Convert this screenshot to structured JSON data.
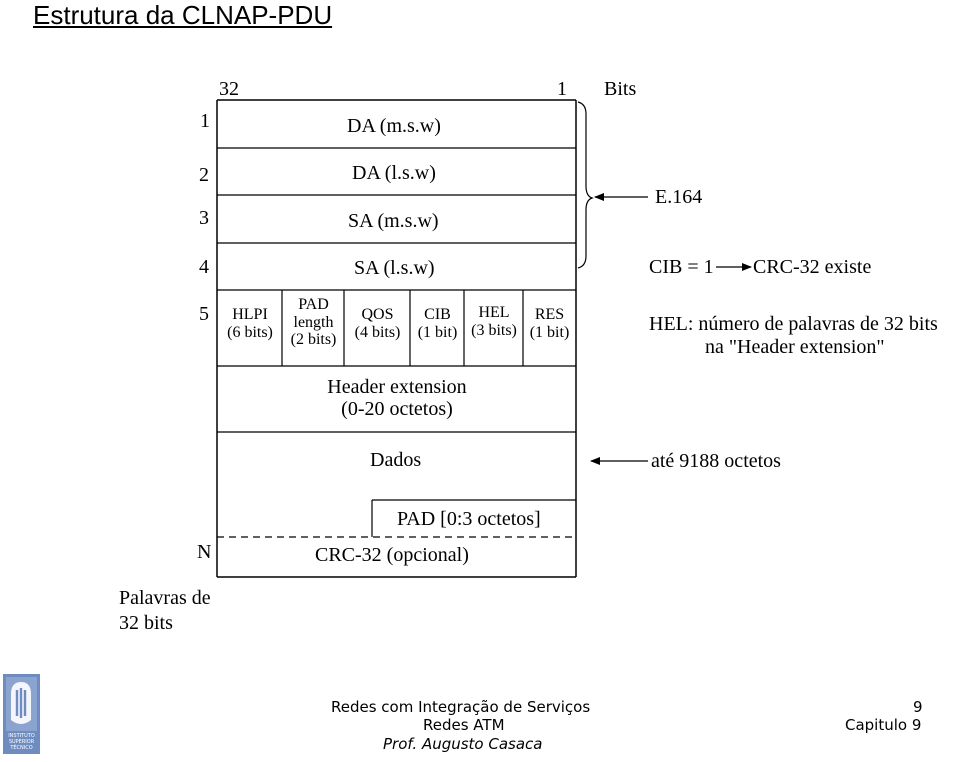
{
  "title": "Estrutura da CLNAP-PDU",
  "header_row": {
    "left_bit": "32",
    "right_bit": "1",
    "unit": "Bits"
  },
  "row_numbers": [
    "1",
    "2",
    "3",
    "4",
    "5",
    "N"
  ],
  "rows": {
    "da_msw": "DA (m.s.w)",
    "da_lsw": "DA (l.s.w)",
    "sa_msw": "SA (m.s.w)",
    "sa_lsw": "SA (l.s.w)"
  },
  "row5_fields": [
    {
      "line1": "HLPI",
      "line2": "(6 bits)",
      "line3": ""
    },
    {
      "line1": "PAD",
      "line2": "length",
      "line3": "(2 bits)"
    },
    {
      "line1": "QOS",
      "line2": "(4 bits)",
      "line3": ""
    },
    {
      "line1": "CIB",
      "line2": "(1 bit)",
      "line3": ""
    },
    {
      "line1": "HEL",
      "line2": "(3 bits)",
      "line3": ""
    },
    {
      "line1": "RES",
      "line2": "(1 bit)",
      "line3": ""
    }
  ],
  "header_extension": {
    "line1": "Header extension",
    "line2": "(0-20 octetos)"
  },
  "dados": "Dados",
  "pad": "PAD [0:3 octetos]",
  "crc": "CRC-32 (opcional)",
  "word_label": {
    "line1": "Palavras de",
    "line2": "32 bits"
  },
  "annotations": {
    "e164": "E.164",
    "cib_left": "CIB = 1",
    "cib_right": "CRC-32 existe",
    "hel_line1": "HEL: número de palavras de 32 bits",
    "hel_line2": "na \"Header extension\"",
    "dados_note": "até 9188 octetos"
  },
  "footer": {
    "course_line1": "Redes com Integração de Serviços",
    "course_line2": "Redes ATM",
    "author": "Prof. Augusto Casaca",
    "page_number": "9",
    "chapter": "Capitulo 9"
  },
  "logo_text": {
    "line1": "INSTITUTO",
    "line2": "SUPERIOR",
    "line3": "TÉCNICO"
  },
  "colors": {
    "logo_blue": "#6e8cc0",
    "line": "#000000"
  }
}
